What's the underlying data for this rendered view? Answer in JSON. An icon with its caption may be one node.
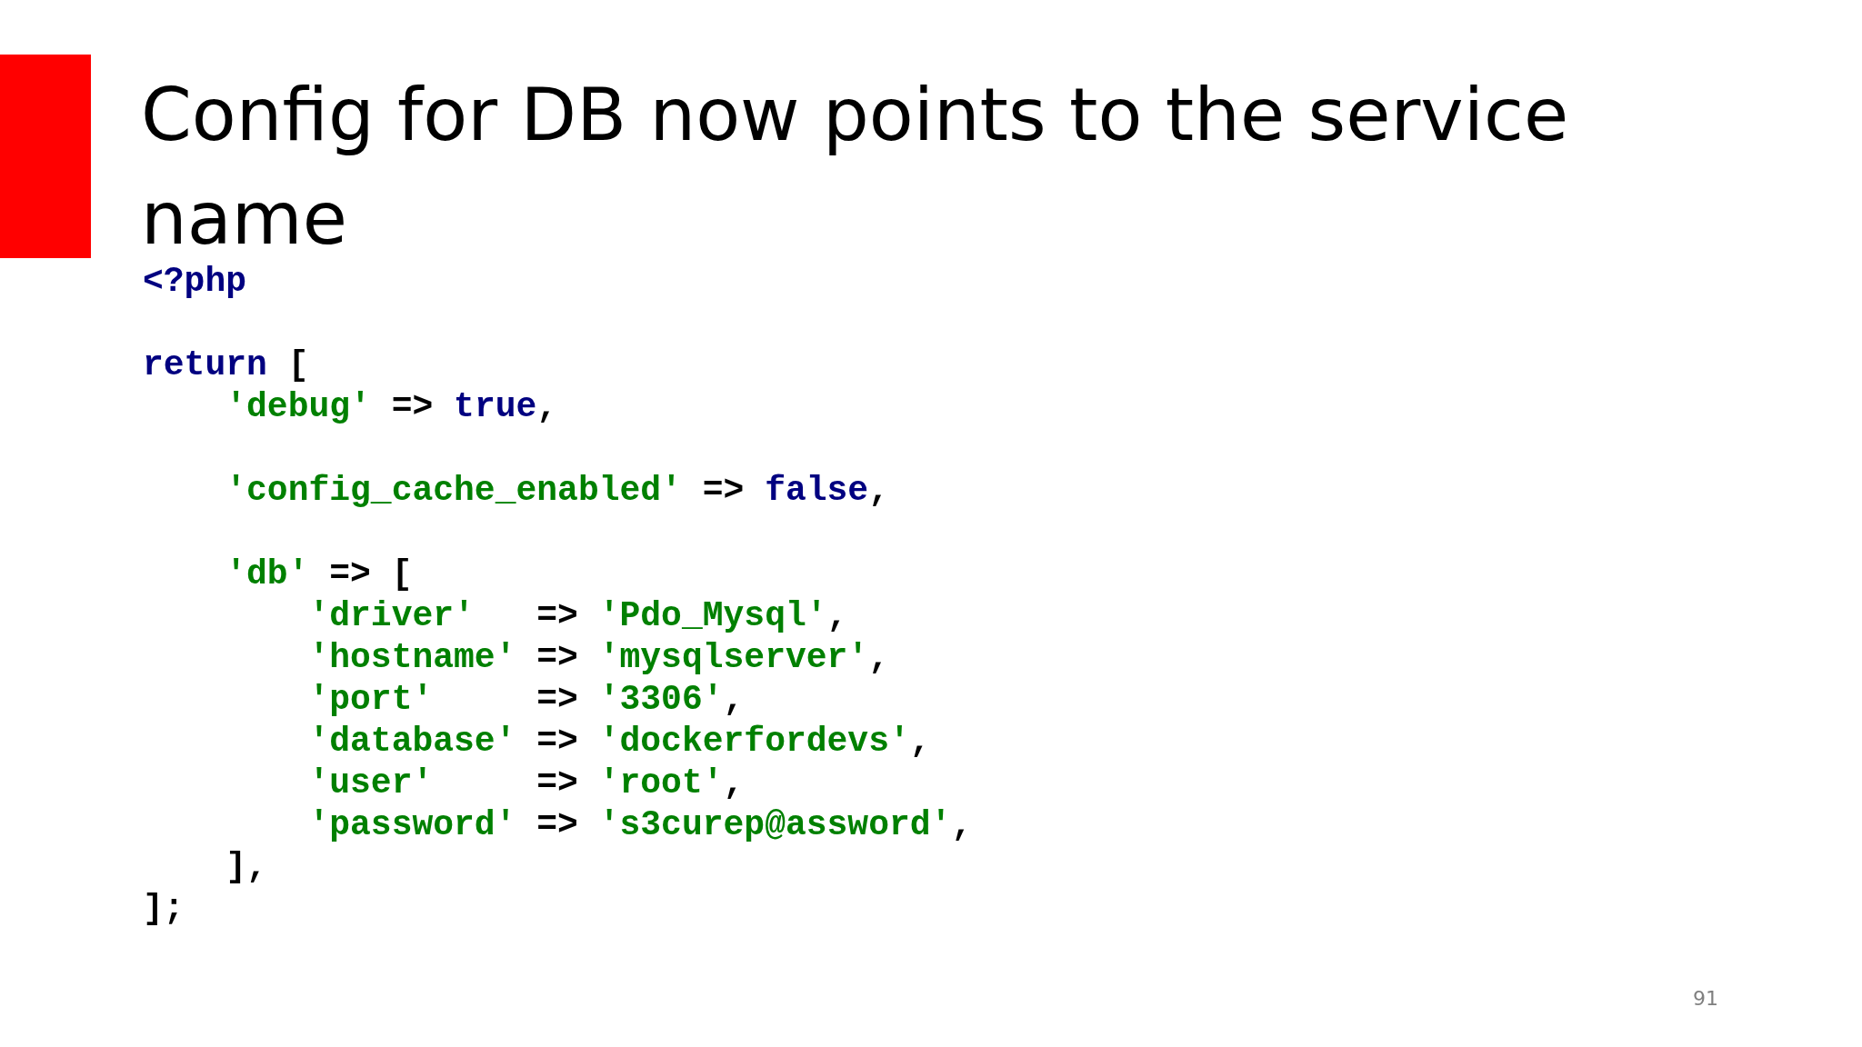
{
  "diagram": {
    "title": "Config for DB now points to the service name",
    "labels": [
      "<?php",
      "return [",
      "    'debug' => true,",
      "    'config_cache_enabled' => false,",
      "    'db' => [",
      "        'driver'   => 'Pdo_Mysql',",
      "        'hostname' => 'mysqlserver',",
      "        'port'     => '3306',",
      "        'database' => 'dockerfordevs',",
      "        'user'     => 'root',",
      "        'password' => 's3curep@assword',",
      "    ],",
      "];",
      "91"
    ]
  }
}
